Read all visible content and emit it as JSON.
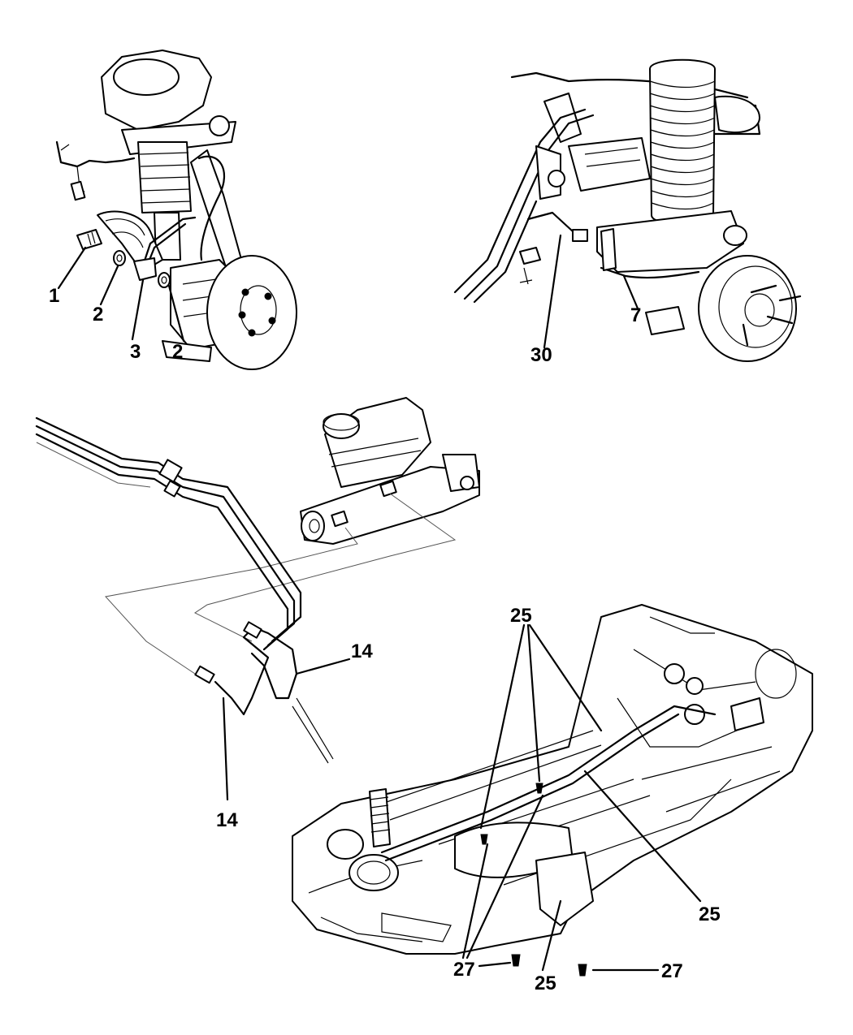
{
  "callouts": {
    "c1": "1",
    "c2a": "2",
    "c2b": "2",
    "c3": "3",
    "c7": "7",
    "c30": "30",
    "c14a": "14",
    "c14b": "14",
    "c25a": "25",
    "c25b": "25",
    "c25c": "25",
    "c27a": "27",
    "c27b": "27"
  },
  "colors": {
    "line": "#000000",
    "background": "#ffffff"
  }
}
